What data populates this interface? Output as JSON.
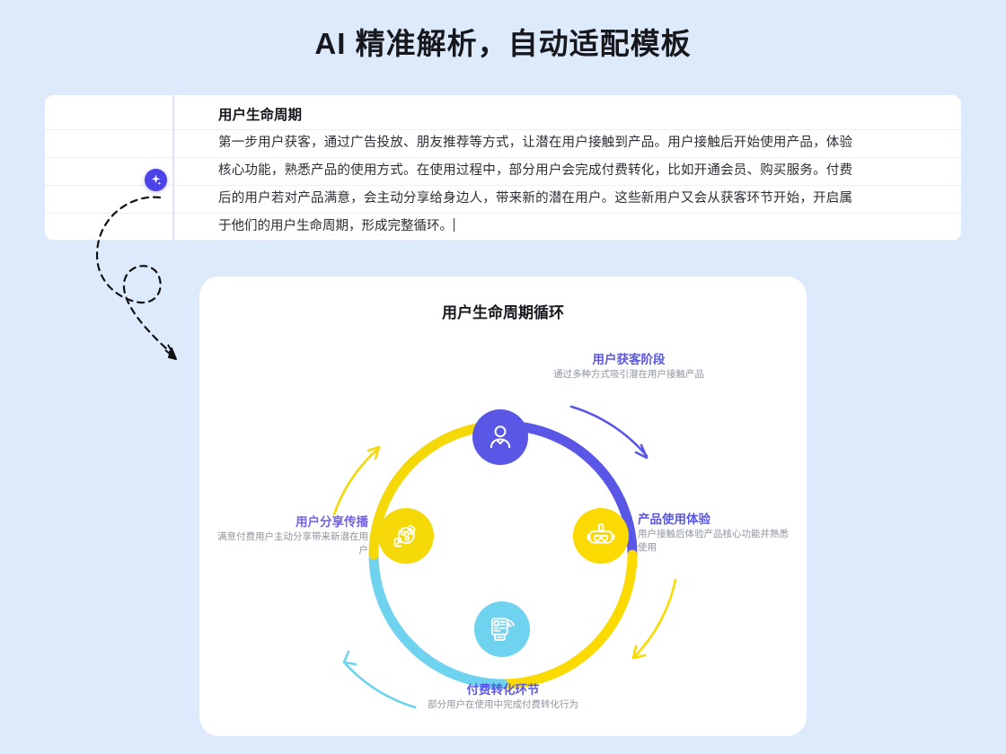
{
  "page": {
    "title": "AI 精准解析，自动适配模板",
    "background_color": "#ddeafb"
  },
  "document_panel": {
    "heading": "用户生命周期",
    "body": "第一步用户获客，通过广告投放、朋友推荐等方式，让潜在用户接触到产品。用户接触后开始使用产品，体验核心功能，熟悉产品的使用方式。在使用过程中，部分用户会完成付费转化，比如开通会员、购买服务。付费后的用户若对产品满意，会主动分享给身边人，带来新的潜在用户。这些新用户又会从获客环节开始，开启属于他们的用户生命周期，形成完整循环。",
    "ai_button_icon": "sparkle-icon",
    "ai_button_color": "#4b43e8",
    "pointer_icon": "dashed-curved-arrow-icon"
  },
  "diagram": {
    "title": "用户生命周期循环",
    "type": "cycle",
    "nodes": [
      {
        "id": "acquire",
        "title": "用户获客阶段",
        "desc": "通过多种方式吸引潜在用户接触产品",
        "icon": "user-icon",
        "color": "#5a57e6",
        "title_color": "#5a57e6",
        "position": "top"
      },
      {
        "id": "experience",
        "title": "产品使用体验",
        "desc": "用户接触后体验产品核心功能并熟悉使用",
        "icon": "vr-headset-icon",
        "color": "#fada00",
        "title_color": "#5a57e6",
        "position": "right"
      },
      {
        "id": "payment",
        "title": "付费转化环节",
        "desc": "部分用户在使用中完成付费转化行为",
        "icon": "pos-terminal-icon",
        "color": "#6fd2ef",
        "title_color": "#5a57e6",
        "position": "bottom"
      },
      {
        "id": "share",
        "title": "用户分享传播",
        "desc": "满意付费用户主动分享带来新潜在用户",
        "icon": "share-network-icon",
        "color": "#f5d808",
        "title_color": "#6f62e8",
        "position": "left"
      }
    ],
    "arc_colors": {
      "top_right": "#5a57e6",
      "bottom_right": "#fada00",
      "bottom_left": "#6fd2ef",
      "top_left": "#f5d808"
    }
  }
}
